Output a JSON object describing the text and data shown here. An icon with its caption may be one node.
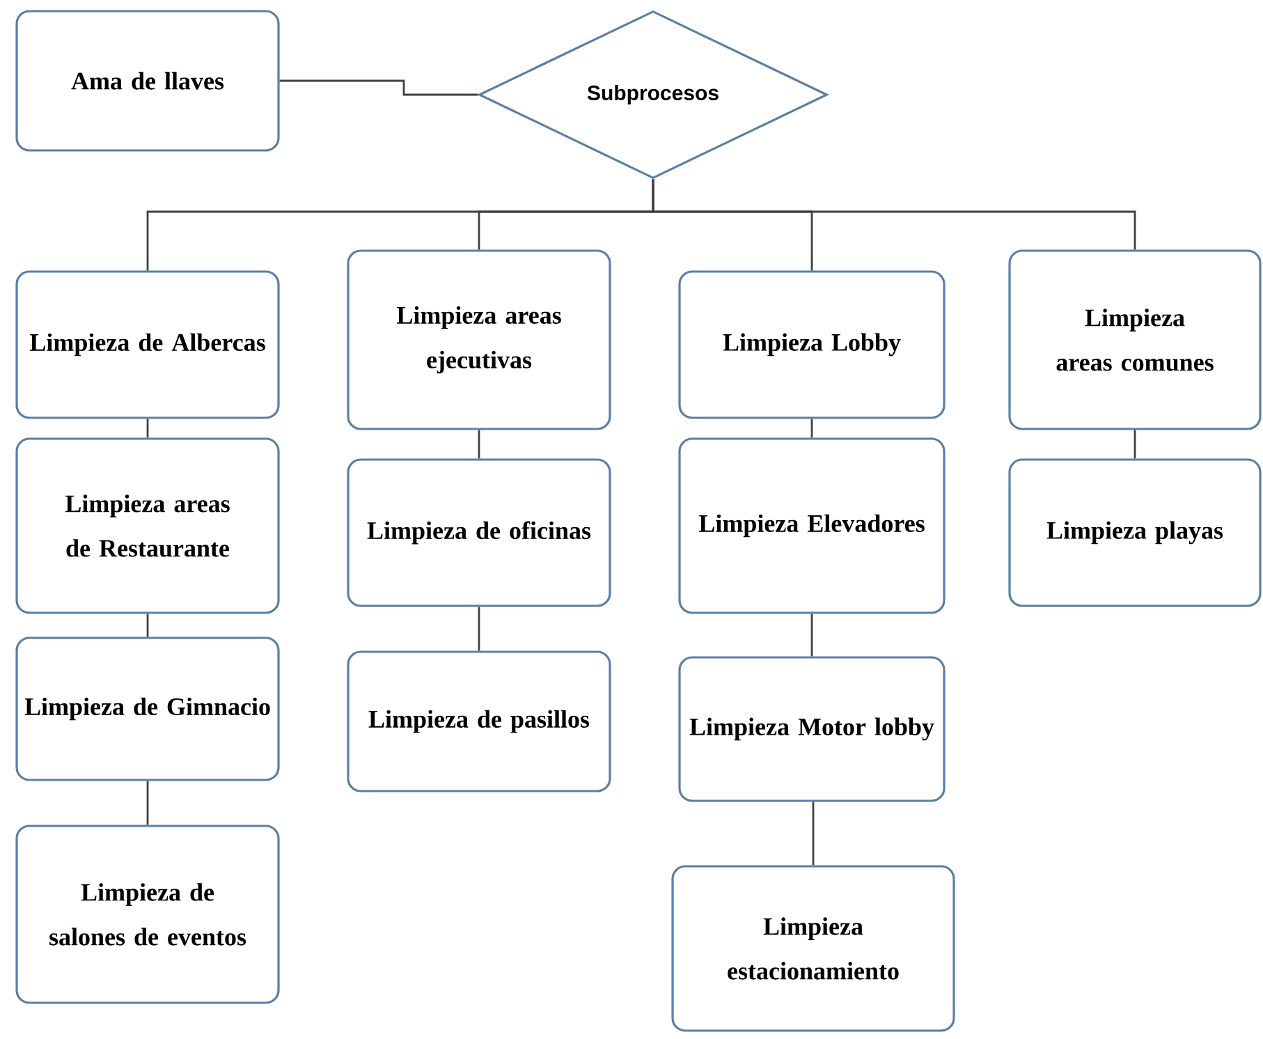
{
  "diagram": {
    "nodes": [
      {
        "text": [
          "Ama de llaves"
        ]
      },
      {
        "text": [
          "Subprocesos"
        ]
      },
      {
        "text": [
          "Limpieza de Albercas"
        ]
      },
      {
        "text": [
          "Limpieza areas de Restaurante"
        ]
      },
      {
        "text": [
          "Limpieza de Gimnacio"
        ]
      },
      {
        "text": [
          "Limpieza de salones de eventos"
        ]
      },
      {
        "text": [
          "Limpieza areas ejecutivas"
        ]
      },
      {
        "text": [
          "Limpieza de oficinas"
        ]
      },
      {
        "text": [
          "Limpieza de pasillos"
        ]
      },
      {
        "text": [
          "Limpieza Lobby"
        ]
      },
      {
        "text": [
          "Limpieza Elevadores"
        ]
      },
      {
        "text": [
          "Limpieza Motor lobby"
        ]
      },
      {
        "text": [
          "Limpieza estacionamiento"
        ]
      },
      {
        "text": [
          "Limpieza areas comunes"
        ]
      },
      {
        "text": [
          "Limpieza playas"
        ]
      }
    ],
    "edges": [
      {
        "from": 0,
        "to": 1,
        "arrow": "none"
      },
      {
        "from": 1,
        "to": 2,
        "arrow": "none"
      },
      {
        "from": 1,
        "to": 6,
        "arrow": "none"
      },
      {
        "from": 1,
        "to": 9,
        "arrow": "none"
      },
      {
        "from": 1,
        "to": 13,
        "arrow": "none"
      },
      {
        "from": 2,
        "to": 3,
        "arrow": "none"
      },
      {
        "from": 3,
        "to": 4,
        "arrow": "none"
      },
      {
        "from": 4,
        "to": 5,
        "arrow": "none"
      },
      {
        "from": 6,
        "to": 7,
        "arrow": "none"
      },
      {
        "from": 7,
        "to": 8,
        "arrow": "none"
      },
      {
        "from": 9,
        "to": 10,
        "arrow": "none"
      },
      {
        "from": 10,
        "to": 11,
        "arrow": "none"
      },
      {
        "from": 11,
        "to": 12,
        "arrow": "none"
      },
      {
        "from": 13,
        "to": 14,
        "arrow": "none"
      }
    ]
  }
}
